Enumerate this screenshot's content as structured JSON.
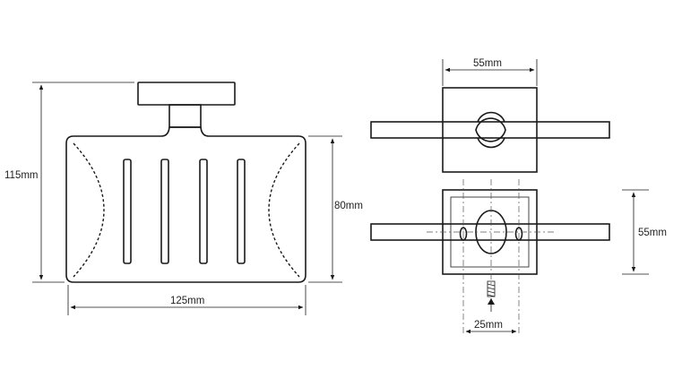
{
  "dimensions": {
    "height_total": "115mm",
    "width": "125mm",
    "height_basket": "80mm",
    "plate_width": "55mm",
    "plate_height": "55mm",
    "hole_spacing": "25mm"
  }
}
